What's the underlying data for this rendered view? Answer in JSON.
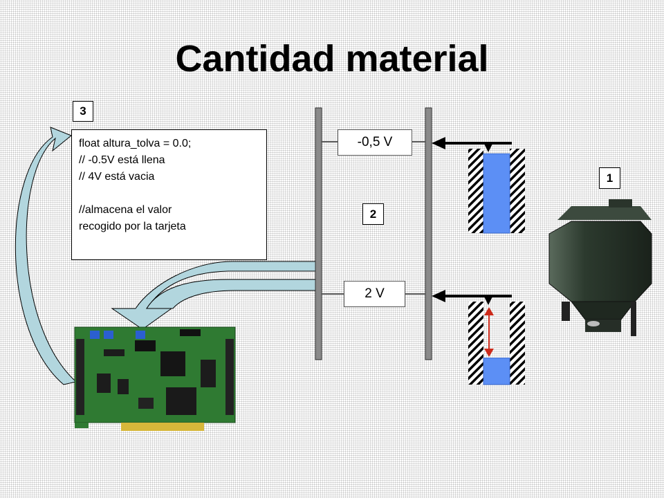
{
  "title": "Cantidad material",
  "labels": {
    "one": "1",
    "two": "2",
    "three": "3"
  },
  "code": {
    "lines": [
      "float altura_tolva = 0.0;",
      "// -0.5V está llena",
      "// 4V está vacia",
      "",
      "//almacena el valor",
      "recogido por la tarjeta"
    ]
  },
  "voltages": {
    "full": "-0,5 V",
    "partial": "2 V"
  },
  "tanks": [
    {
      "state": "full",
      "fill_level": 0.94
    },
    {
      "state": "partial",
      "fill_level": 0.32
    }
  ],
  "colors": {
    "liquid": "#5c8ff5",
    "arrow_fill": "#b2d6de",
    "measure_arrow": "#cc2a1a",
    "bar": "#8a8a8a",
    "pcb": "#2f7a32"
  },
  "icons": [
    "acquisition-card-image",
    "hopper-image"
  ]
}
